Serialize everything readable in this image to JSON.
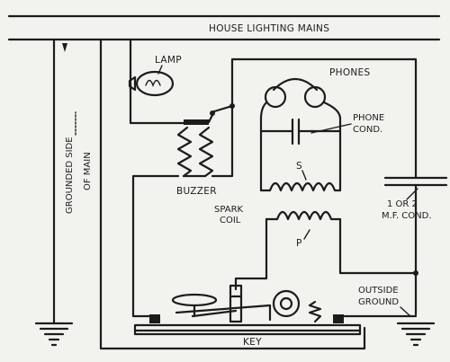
{
  "labels": {
    "mains": "HOUSE LIGHTING MAINS",
    "lamp": "LAMP",
    "phones": "PHONES",
    "phone_cond_1": "PHONE",
    "phone_cond_2": "COND.",
    "s": "S",
    "p": "P",
    "buzzer": "BUZZER",
    "spark_coil_1": "SPARK",
    "spark_coil_2": "COIL",
    "mf_cond_1": "1 OR 2",
    "mf_cond_2": "M.F. COND.",
    "grounded_1": "GROUNDED SIDE",
    "grounded_2": "OF MAIN",
    "outside_ground_1": "OUTSIDE",
    "outside_ground_2": "GROUND",
    "key": "KEY"
  }
}
